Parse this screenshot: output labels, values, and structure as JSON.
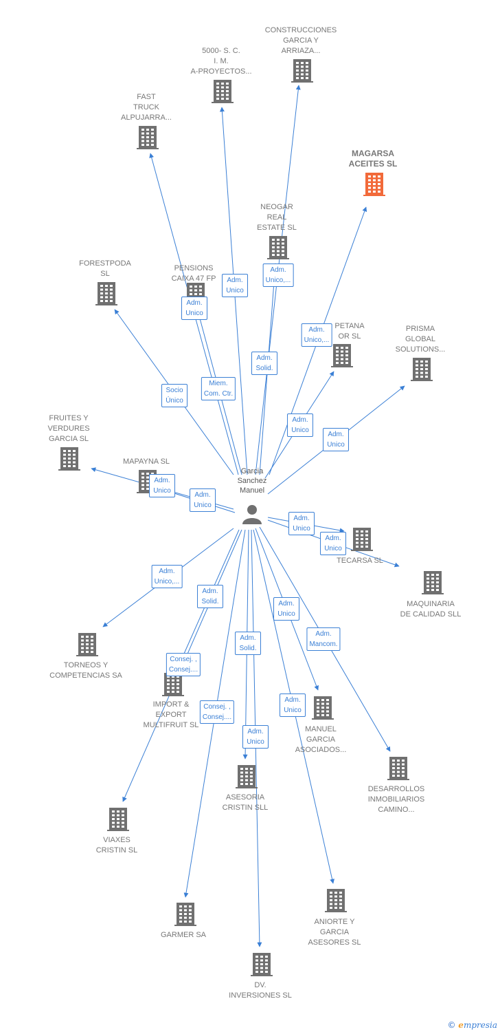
{
  "colors": {
    "edge": "#3a7fd5",
    "building": "#707070",
    "building_main": "#f26a3a"
  },
  "center": {
    "label": "Garcia\nSanchez\nManuel",
    "icon": "person-icon"
  },
  "nodes": [
    {
      "id": "construcciones",
      "label": "CONSTRUCCIONES\nGARCIA Y\nARRIAZA...",
      "main": false
    },
    {
      "id": "5000",
      "label": "5000- S.  C.\nI. M.\nA-PROYECTOS...",
      "main": false
    },
    {
      "id": "fasttruck",
      "label": "FAST\nTRUCK\nALPUJARRA...",
      "main": false
    },
    {
      "id": "magarsa",
      "label": "MAGARSA\nACEITES  SL",
      "main": true
    },
    {
      "id": "neogar",
      "label": "NEOGAR\nREAL\nESTATE  SL",
      "main": false
    },
    {
      "id": "forestpoda",
      "label": "FORESTPODA\nSL",
      "main": false
    },
    {
      "id": "pensions",
      "label": "PENSIONS\nCAIXA 47 FP",
      "main": false
    },
    {
      "id": "petana",
      "label": "PETANA\nOR SL",
      "main": false
    },
    {
      "id": "prisma",
      "label": "PRISMA\nGLOBAL\nSOLUTIONS...",
      "main": false
    },
    {
      "id": "fruites",
      "label": "FRUITES Y\nVERDURES\nGARCIA  SL",
      "main": false
    },
    {
      "id": "mapayna",
      "label": "MAPAYNA SL",
      "main": false
    },
    {
      "id": "tecarsa",
      "label": "TECARSA SL",
      "main": false
    },
    {
      "id": "maquinaria",
      "label": "MAQUINARIA\nDE CALIDAD SLL",
      "main": false
    },
    {
      "id": "torneos",
      "label": "TORNEOS Y\nCOMPETENCIAS SA",
      "main": false
    },
    {
      "id": "importexport",
      "label": "IMPORT &\nEXPORT\nMULTIFRUIT SL",
      "main": false
    },
    {
      "id": "manuelgarcia",
      "label": "MANUEL\nGARCIA\nASOCIADOS...",
      "main": false
    },
    {
      "id": "desarrollos",
      "label": "DESARROLLOS\nINMOBILIARIOS\nCAMINO...",
      "main": false
    },
    {
      "id": "asesoria",
      "label": "ASESORIA\nCRISTIN SLL",
      "main": false
    },
    {
      "id": "viaxes",
      "label": "VIAXES\nCRISTIN SL",
      "main": false
    },
    {
      "id": "aniorte",
      "label": "ANIORTE Y\nGARCIA\nASESORES SL",
      "main": false
    },
    {
      "id": "garmer",
      "label": "GARMER SA",
      "main": false
    },
    {
      "id": "dv",
      "label": "DV.\nINVERSIONES SL",
      "main": false
    }
  ],
  "relations": [
    {
      "to": "5000",
      "label": "Adm.\nUnico"
    },
    {
      "to": "neogar",
      "label": "Adm.\nUnico,..."
    },
    {
      "to": "pensions",
      "label": "Adm.\nUnico"
    },
    {
      "to": "magarsa",
      "label": "Adm.\nUnico,..."
    },
    {
      "to": "construcciones",
      "label": "Adm.\nSolid."
    },
    {
      "to": "forestpoda",
      "label": "Socio\nÚnico"
    },
    {
      "to": "fasttruck",
      "label": "Miem.\nCom. Ctr."
    },
    {
      "to": "petana",
      "label": "Adm.\nUnico"
    },
    {
      "to": "prisma",
      "label": "Adm.\nUnico"
    },
    {
      "to": "fruites",
      "label": "Adm.\nUnico"
    },
    {
      "to": "mapayna",
      "label": "Adm.\nUnico"
    },
    {
      "to": "tecarsa",
      "label": "Adm.\nUnico"
    },
    {
      "to": "maquinaria",
      "label": "Adm.\nUnico"
    },
    {
      "to": "torneos",
      "label": "Adm.\nUnico,..."
    },
    {
      "to": "importexport",
      "label": "Adm.\nSolid."
    },
    {
      "to": "manuelgarcia",
      "label": "Adm.\nUnico"
    },
    {
      "to": "desarrollos",
      "label": "Adm.\nMancom."
    },
    {
      "to": "asesoria",
      "label": "Adm.\nSolid."
    },
    {
      "to": "viaxes",
      "label": "Consej. ,\nConsej...."
    },
    {
      "to": "garmer",
      "label": "Consej. ,\nConsej...."
    },
    {
      "to": "aniorte",
      "label": "Adm.\nUnico"
    },
    {
      "to": "dv",
      "label": "Adm.\nUnico"
    }
  ],
  "footer": {
    "copyright": "©",
    "brand_initial": "e",
    "brand_rest": "mpresia"
  }
}
